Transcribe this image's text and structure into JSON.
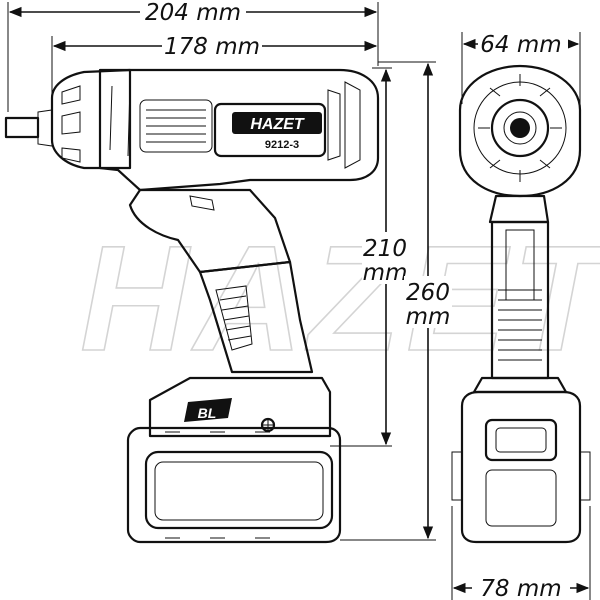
{
  "watermark": "HAZET",
  "brand_label": "HAZET",
  "model_number": "9212-3",
  "battery_badge": "BL",
  "dimensions": {
    "overall_length": "204 mm",
    "body_length": "178 mm",
    "width": "64 mm",
    "height_grip_value": "210",
    "height_grip_unit": "mm",
    "height_total_value": "260",
    "height_total_unit": "mm",
    "battery_width": "78 mm"
  }
}
